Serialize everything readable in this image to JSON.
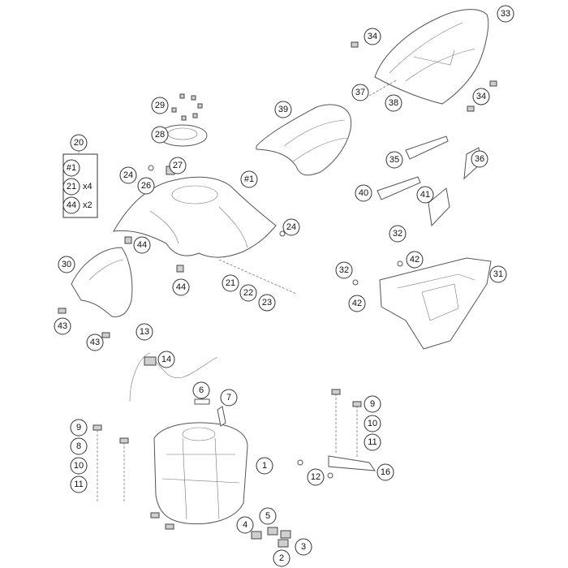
{
  "callouts": [
    "1",
    "2",
    "3",
    "4",
    "5",
    "6",
    "7",
    "8",
    "9",
    "10",
    "11",
    "12",
    "13",
    "14",
    "16",
    "20",
    "21",
    "22",
    "23",
    "24",
    "26",
    "27",
    "28",
    "29",
    "30",
    "31",
    "32",
    "33",
    "34",
    "35",
    "36",
    "37",
    "38",
    "39",
    "40",
    "41",
    "42",
    "43",
    "44",
    "#1"
  ],
  "kit": {
    "label": "20",
    "items": [
      {
        "ref": "#1",
        "qty": ""
      },
      {
        "ref": "21",
        "qty": "x4"
      },
      {
        "ref": "44",
        "qty": "x2"
      }
    ]
  }
}
